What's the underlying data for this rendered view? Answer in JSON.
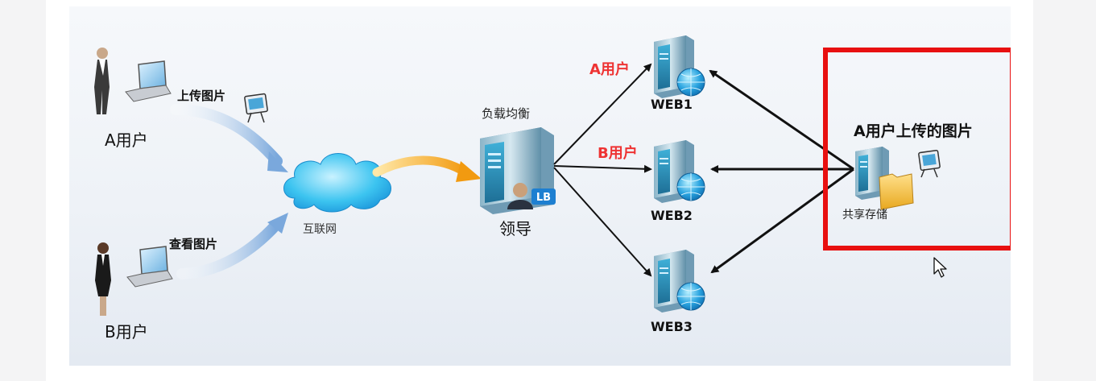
{
  "nodes": {
    "user_a": "A用户",
    "user_b": "B用户",
    "internet": "互联网",
    "load_balancer": "负载均衡",
    "leader": "领导",
    "lb_badge": "LB",
    "web1": "WEB1",
    "web2": "WEB2",
    "web3": "WEB3",
    "shared_storage": "共享存储"
  },
  "edges": {
    "upload": "上传图片",
    "view": "查看图片",
    "route_a": "A用户",
    "route_b": "B用户"
  },
  "highlight": {
    "caption": "A用户上传的图片",
    "border_color": "#e81010"
  },
  "colors": {
    "accent_red": "#ee3333",
    "arrow_blue": "#8fb6e0",
    "arrow_orange": "#f2a81d"
  }
}
